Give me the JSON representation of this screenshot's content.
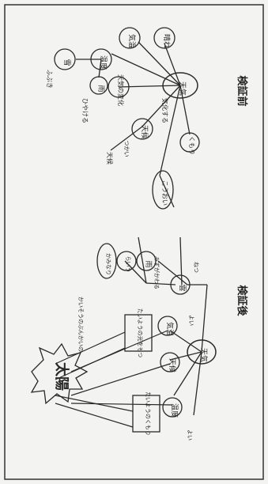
{
  "sections": {
    "before": {
      "title": "検証前"
    },
    "after": {
      "title": "検証後"
    }
  },
  "before_map": {
    "center": "天気",
    "nodes": [
      "気温",
      "晴れ",
      "温度",
      "雪",
      "天気の変化",
      "雨",
      "天候"
    ],
    "sub_nodes": [
      "ふぶき",
      "ひやける",
      "気化する",
      "くもり",
      "こうおい",
      "天候"
    ],
    "edge_labels": [
      "つかい"
    ]
  },
  "after_map": {
    "center": "天気",
    "nodes": [
      "雲",
      "雨",
      "気温",
      "天候",
      "温度"
    ],
    "sub_nodes": [
      "かみなり",
      "らいう"
    ],
    "boxes": [
      "たいようの光をもつ",
      "たいようのくもり"
    ],
    "edge_labels": [
      "ねつ",
      "みずがかわる",
      "よい",
      "よい"
    ],
    "sun_label": "太陽",
    "sun_note": "かいそうのぶんかいの"
  },
  "colors": {
    "ink": "#2a2a2a",
    "paper": "#f3f3f1"
  }
}
